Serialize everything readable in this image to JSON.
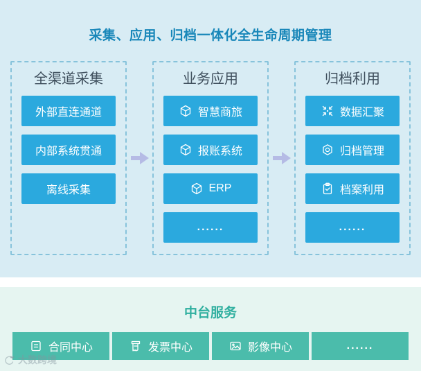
{
  "title": "采集、应用、归档一体化全生命周期管理",
  "columns": [
    {
      "header": "全渠道采集",
      "items": [
        {
          "label": "外部直连通道",
          "icon": ""
        },
        {
          "label": "内部系统贯通",
          "icon": ""
        },
        {
          "label": "离线采集",
          "icon": ""
        }
      ]
    },
    {
      "header": "业务应用",
      "items": [
        {
          "label": "智慧商旅",
          "icon": "cube-icon"
        },
        {
          "label": "报账系统",
          "icon": "cube-icon"
        },
        {
          "label": "ERP",
          "icon": "cube-icon"
        },
        {
          "label": "......",
          "icon": ""
        }
      ]
    },
    {
      "header": "归档利用",
      "items": [
        {
          "label": "数据汇聚",
          "icon": "converge-icon"
        },
        {
          "label": "归档管理",
          "icon": "target-icon"
        },
        {
          "label": "档案利用",
          "icon": "clipboard-check-icon"
        },
        {
          "label": "......",
          "icon": ""
        }
      ]
    }
  ],
  "bottom": {
    "title": "中台服务",
    "items": [
      {
        "label": "合同中心",
        "icon": "contract-icon"
      },
      {
        "label": "发票中心",
        "icon": "receipt-icon"
      },
      {
        "label": "影像中心",
        "icon": "image-icon"
      },
      {
        "label": "......",
        "icon": ""
      }
    ]
  },
  "watermark": {
    "text": "大数跨境"
  },
  "colors": {
    "background_top": "#D8ECF4",
    "background_bottom": "#E6F5F1",
    "divider": "#FFFFFF",
    "title_blue": "#1987B9",
    "column_header": "#3E4E5C",
    "chip_blue": "#2BA9DE",
    "chip_teal": "#4BBCAB",
    "bottom_title_teal": "#2FAF9F",
    "dashed_border": "#87C3DB",
    "arrow_lavender": "#B5BBE5"
  }
}
